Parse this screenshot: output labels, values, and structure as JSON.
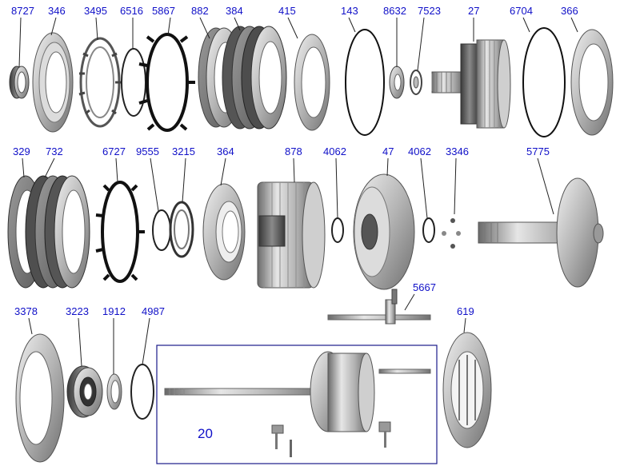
{
  "parts": [
    {
      "id": "p8727",
      "label": "8727"
    },
    {
      "id": "p346",
      "label": "346"
    },
    {
      "id": "p3495",
      "label": "3495"
    },
    {
      "id": "p6516",
      "label": "6516"
    },
    {
      "id": "p5867",
      "label": "5867"
    },
    {
      "id": "p882",
      "label": "882"
    },
    {
      "id": "p384",
      "label": "384"
    },
    {
      "id": "p415",
      "label": "415"
    },
    {
      "id": "p143",
      "label": "143"
    },
    {
      "id": "p8632",
      "label": "8632"
    },
    {
      "id": "p7523",
      "label": "7523"
    },
    {
      "id": "p27",
      "label": "27"
    },
    {
      "id": "p6704",
      "label": "6704"
    },
    {
      "id": "p366",
      "label": "366"
    },
    {
      "id": "p329",
      "label": "329"
    },
    {
      "id": "p732",
      "label": "732"
    },
    {
      "id": "p6727",
      "label": "6727"
    },
    {
      "id": "p9555",
      "label": "9555"
    },
    {
      "id": "p3215",
      "label": "3215"
    },
    {
      "id": "p364",
      "label": "364"
    },
    {
      "id": "p878",
      "label": "878"
    },
    {
      "id": "p4062a",
      "label": "4062"
    },
    {
      "id": "p47",
      "label": "47"
    },
    {
      "id": "p4062b",
      "label": "4062"
    },
    {
      "id": "p3346",
      "label": "3346"
    },
    {
      "id": "p5775",
      "label": "5775"
    },
    {
      "id": "p5667",
      "label": "5667"
    },
    {
      "id": "p3378",
      "label": "3378"
    },
    {
      "id": "p3223",
      "label": "3223"
    },
    {
      "id": "p1912",
      "label": "1912"
    },
    {
      "id": "p4987",
      "label": "4987"
    },
    {
      "id": "p619",
      "label": "619"
    },
    {
      "id": "p20",
      "label": "20"
    }
  ],
  "colors": {
    "label": "#1010c8",
    "leader": "#222222",
    "part_light": "#d8d8d8",
    "part_mid": "#a9a9a9",
    "part_dark": "#5a5a5a",
    "box_border": "#1a1a8a"
  }
}
